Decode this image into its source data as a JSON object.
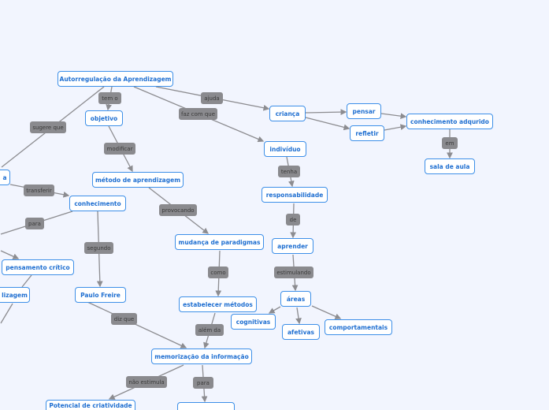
{
  "nodes": {
    "root": "Autorregulação da Aprendizagem",
    "objetivo": "objetivo",
    "metodo": "método de aprendizagem",
    "conhecimento": "conhecimento",
    "left_a": "a",
    "pensamento": "pensamento crítico",
    "left_lizagem": "lizagem",
    "paulo": "Paulo Freire",
    "mudanca": "mudança de paradigmas",
    "estabelecer": "estabelecer métodos",
    "memorizacao": "memorização da informação",
    "potencial": "Potencial de criatividade",
    "crianca": "criança",
    "pensar": "pensar",
    "refletir": "refletir",
    "conhecimento_adquirido": "conhecimento adqurido",
    "sala": "sala de aula",
    "individuo": "indivíduo",
    "responsabilidade": "responsabilidade",
    "aprender": "aprender",
    "areas": "áreas",
    "cognitivas": "cognitivas",
    "afetivas": "afetivas",
    "comportamentais": "comportamentais"
  },
  "links": {
    "tem_o": "tem o",
    "sugere_que": "sugere que",
    "ajuda": "ajuda",
    "faz_com_que": "faz com que",
    "modificar": "modificar",
    "transferir": "transferir",
    "provocando": "provocando",
    "para1": "para",
    "segundo": "segundo",
    "como": "como",
    "diz_que": "diz que",
    "alem_da": "além da",
    "nao_estimula": "não estimula",
    "para2": "para",
    "tenha": "tenha",
    "de": "de",
    "estimulando": "estimulando",
    "em": "em"
  },
  "colors": {
    "node_border": "#3d8fe8",
    "node_text": "#1f6fd1",
    "link_bg": "#8a8a8e",
    "edge": "#8c8c90",
    "background": "#f2f5fe"
  }
}
